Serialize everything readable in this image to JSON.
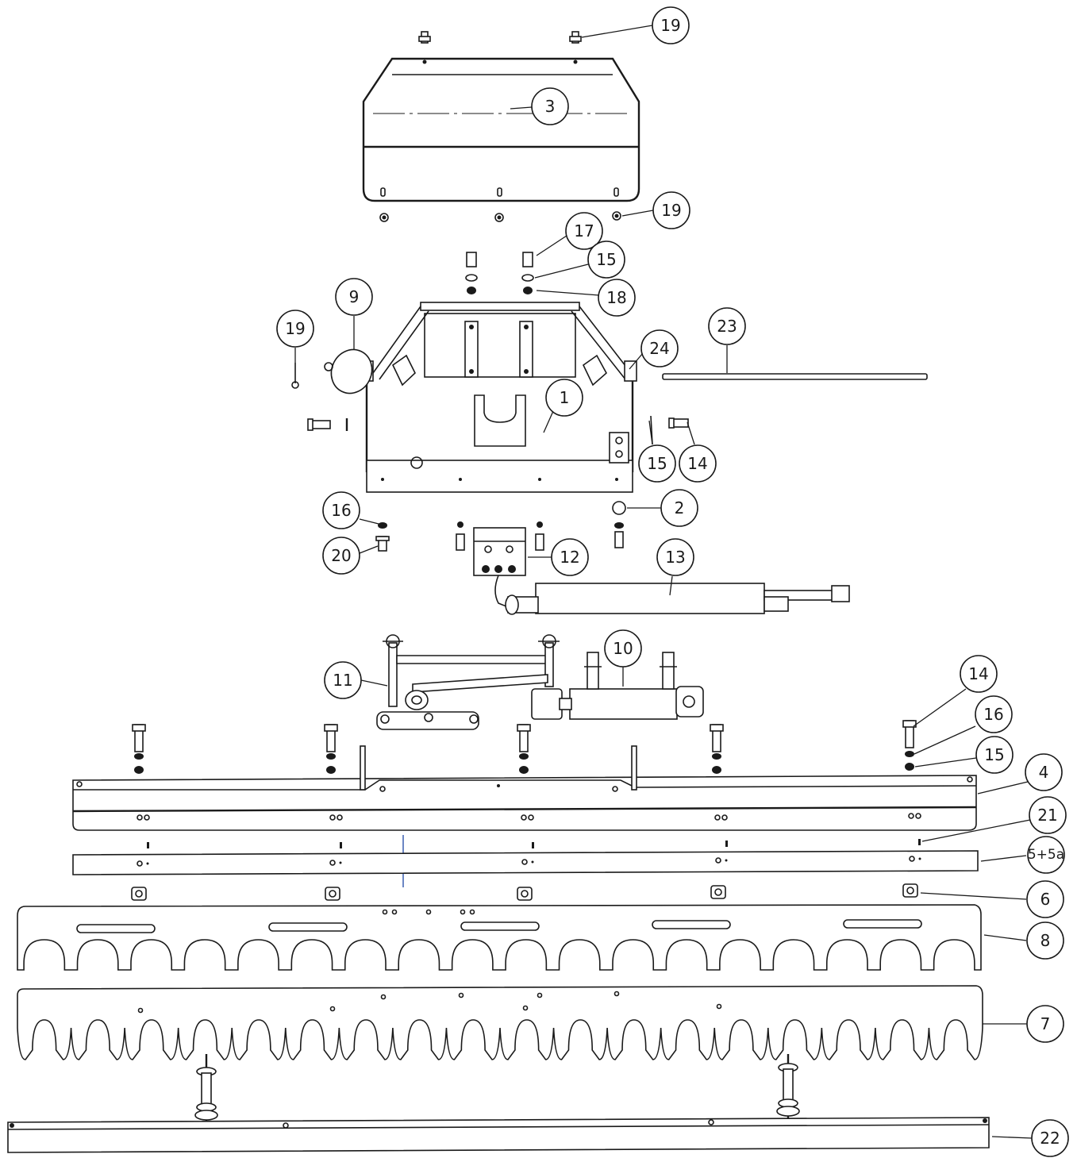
{
  "colors": {
    "line": "#1a1a1a",
    "background": "#ffffff",
    "marker_blue": "#3a5fb0"
  },
  "callouts": [
    {
      "id": "c19a",
      "label": "19"
    },
    {
      "id": "c3",
      "label": "3"
    },
    {
      "id": "c19b",
      "label": "19"
    },
    {
      "id": "c17",
      "label": "17"
    },
    {
      "id": "c15a",
      "label": "15"
    },
    {
      "id": "c18",
      "label": "18"
    },
    {
      "id": "c9",
      "label": "9"
    },
    {
      "id": "c19c",
      "label": "19"
    },
    {
      "id": "c24",
      "label": "24"
    },
    {
      "id": "c23",
      "label": "23"
    },
    {
      "id": "c1",
      "label": "1"
    },
    {
      "id": "c15b",
      "label": "15"
    },
    {
      "id": "c14a",
      "label": "14"
    },
    {
      "id": "c2",
      "label": "2"
    },
    {
      "id": "c16a",
      "label": "16"
    },
    {
      "id": "c20",
      "label": "20"
    },
    {
      "id": "c12",
      "label": "12"
    },
    {
      "id": "c13",
      "label": "13"
    },
    {
      "id": "c10",
      "label": "10"
    },
    {
      "id": "c11",
      "label": "11"
    },
    {
      "id": "c14b",
      "label": "14"
    },
    {
      "id": "c16b",
      "label": "16"
    },
    {
      "id": "c15c",
      "label": "15"
    },
    {
      "id": "c4",
      "label": "4"
    },
    {
      "id": "c21",
      "label": "21"
    },
    {
      "id": "c5",
      "label": "5+5a"
    },
    {
      "id": "c6",
      "label": "6"
    },
    {
      "id": "c8",
      "label": "8"
    },
    {
      "id": "c7",
      "label": "7"
    },
    {
      "id": "c22",
      "label": "22"
    }
  ]
}
